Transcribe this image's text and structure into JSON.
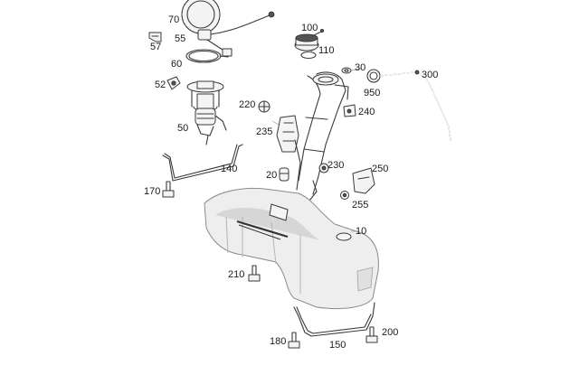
{
  "callouts": {
    "c10": "10",
    "c20": "20",
    "c30": "30",
    "c50": "50",
    "c52": "52",
    "c55": "55",
    "c57": "57",
    "c60": "60",
    "c70": "70",
    "c100": "100",
    "c110": "110",
    "c140": "140",
    "c150": "150",
    "c170": "170",
    "c180": "180",
    "c200": "200",
    "c210": "210",
    "c220": "220",
    "c230": "230",
    "c235": "235",
    "c240": "240",
    "c250": "250",
    "c255": "255",
    "c300": "300",
    "c950": "950"
  }
}
